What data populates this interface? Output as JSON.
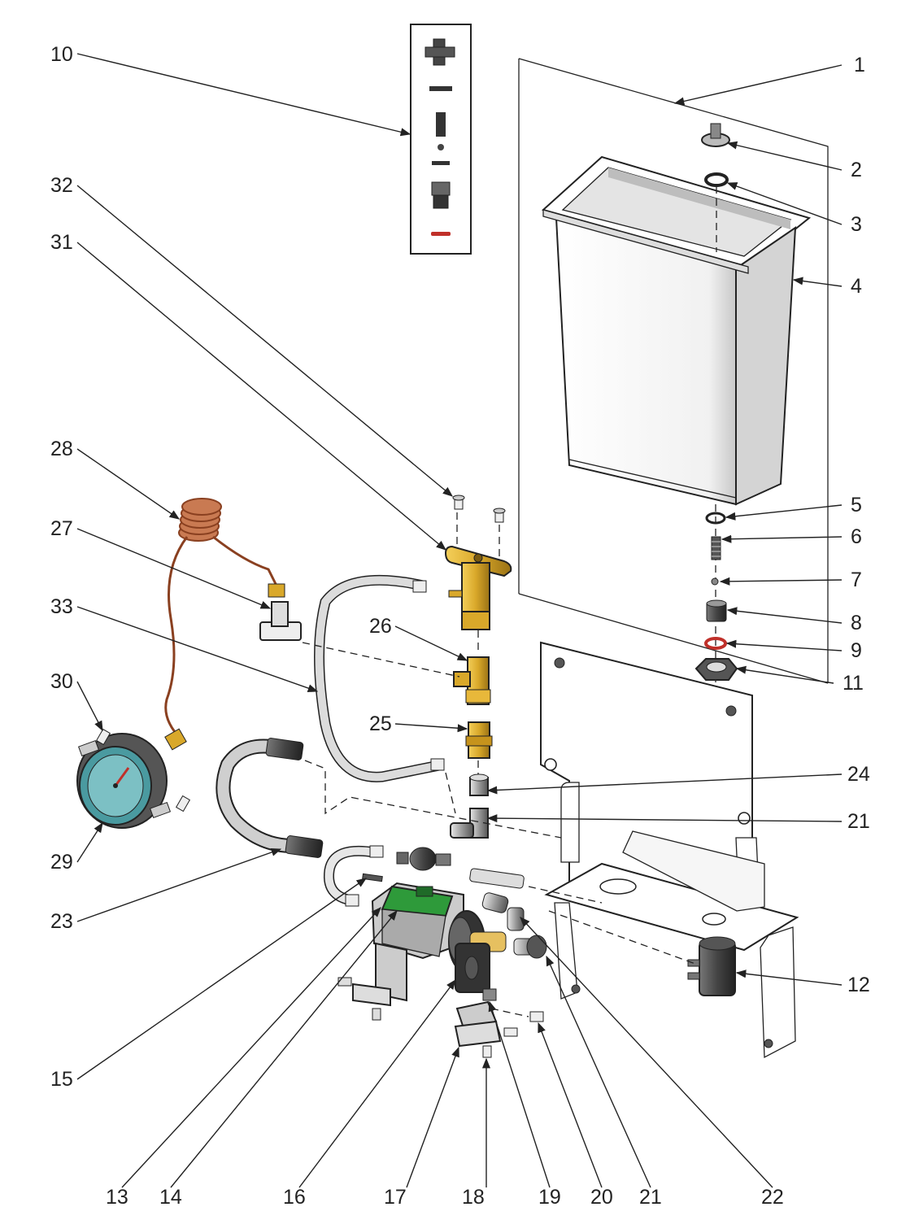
{
  "diagram": {
    "callouts": [
      {
        "id": "c1",
        "label": "1"
      },
      {
        "id": "c2",
        "label": "2"
      },
      {
        "id": "c3",
        "label": "3"
      },
      {
        "id": "c4",
        "label": "4"
      },
      {
        "id": "c5",
        "label": "5"
      },
      {
        "id": "c6",
        "label": "6"
      },
      {
        "id": "c7",
        "label": "7"
      },
      {
        "id": "c8",
        "label": "8"
      },
      {
        "id": "c9",
        "label": "9"
      },
      {
        "id": "c10",
        "label": "10"
      },
      {
        "id": "c11",
        "label": "11"
      },
      {
        "id": "c12",
        "label": "12"
      },
      {
        "id": "c13",
        "label": "13"
      },
      {
        "id": "c14",
        "label": "14"
      },
      {
        "id": "c15",
        "label": "15"
      },
      {
        "id": "c16",
        "label": "16"
      },
      {
        "id": "c17",
        "label": "17"
      },
      {
        "id": "c18",
        "label": "18"
      },
      {
        "id": "c19",
        "label": "19"
      },
      {
        "id": "c20",
        "label": "20"
      },
      {
        "id": "c21a",
        "label": "21"
      },
      {
        "id": "c21b",
        "label": "21"
      },
      {
        "id": "c22",
        "label": "22"
      },
      {
        "id": "c23",
        "label": "23"
      },
      {
        "id": "c24",
        "label": "24"
      },
      {
        "id": "c25",
        "label": "25"
      },
      {
        "id": "c26",
        "label": "26"
      },
      {
        "id": "c27",
        "label": "27"
      },
      {
        "id": "c28",
        "label": "28"
      },
      {
        "id": "c29",
        "label": "29"
      },
      {
        "id": "c30",
        "label": "30"
      },
      {
        "id": "c31",
        "label": "31"
      },
      {
        "id": "c32",
        "label": "32"
      },
      {
        "id": "c33",
        "label": "33"
      }
    ],
    "colors": {
      "outline": "#222222",
      "brass": "#d9a82a",
      "copper": "#b5633a",
      "gauge_face": "#4a9aa0",
      "pump_green": "#2e9a3a",
      "seal_red": "#c0302a",
      "tank_fill": "#f2f2f2",
      "hose_fill": "#dcdcdc"
    }
  }
}
